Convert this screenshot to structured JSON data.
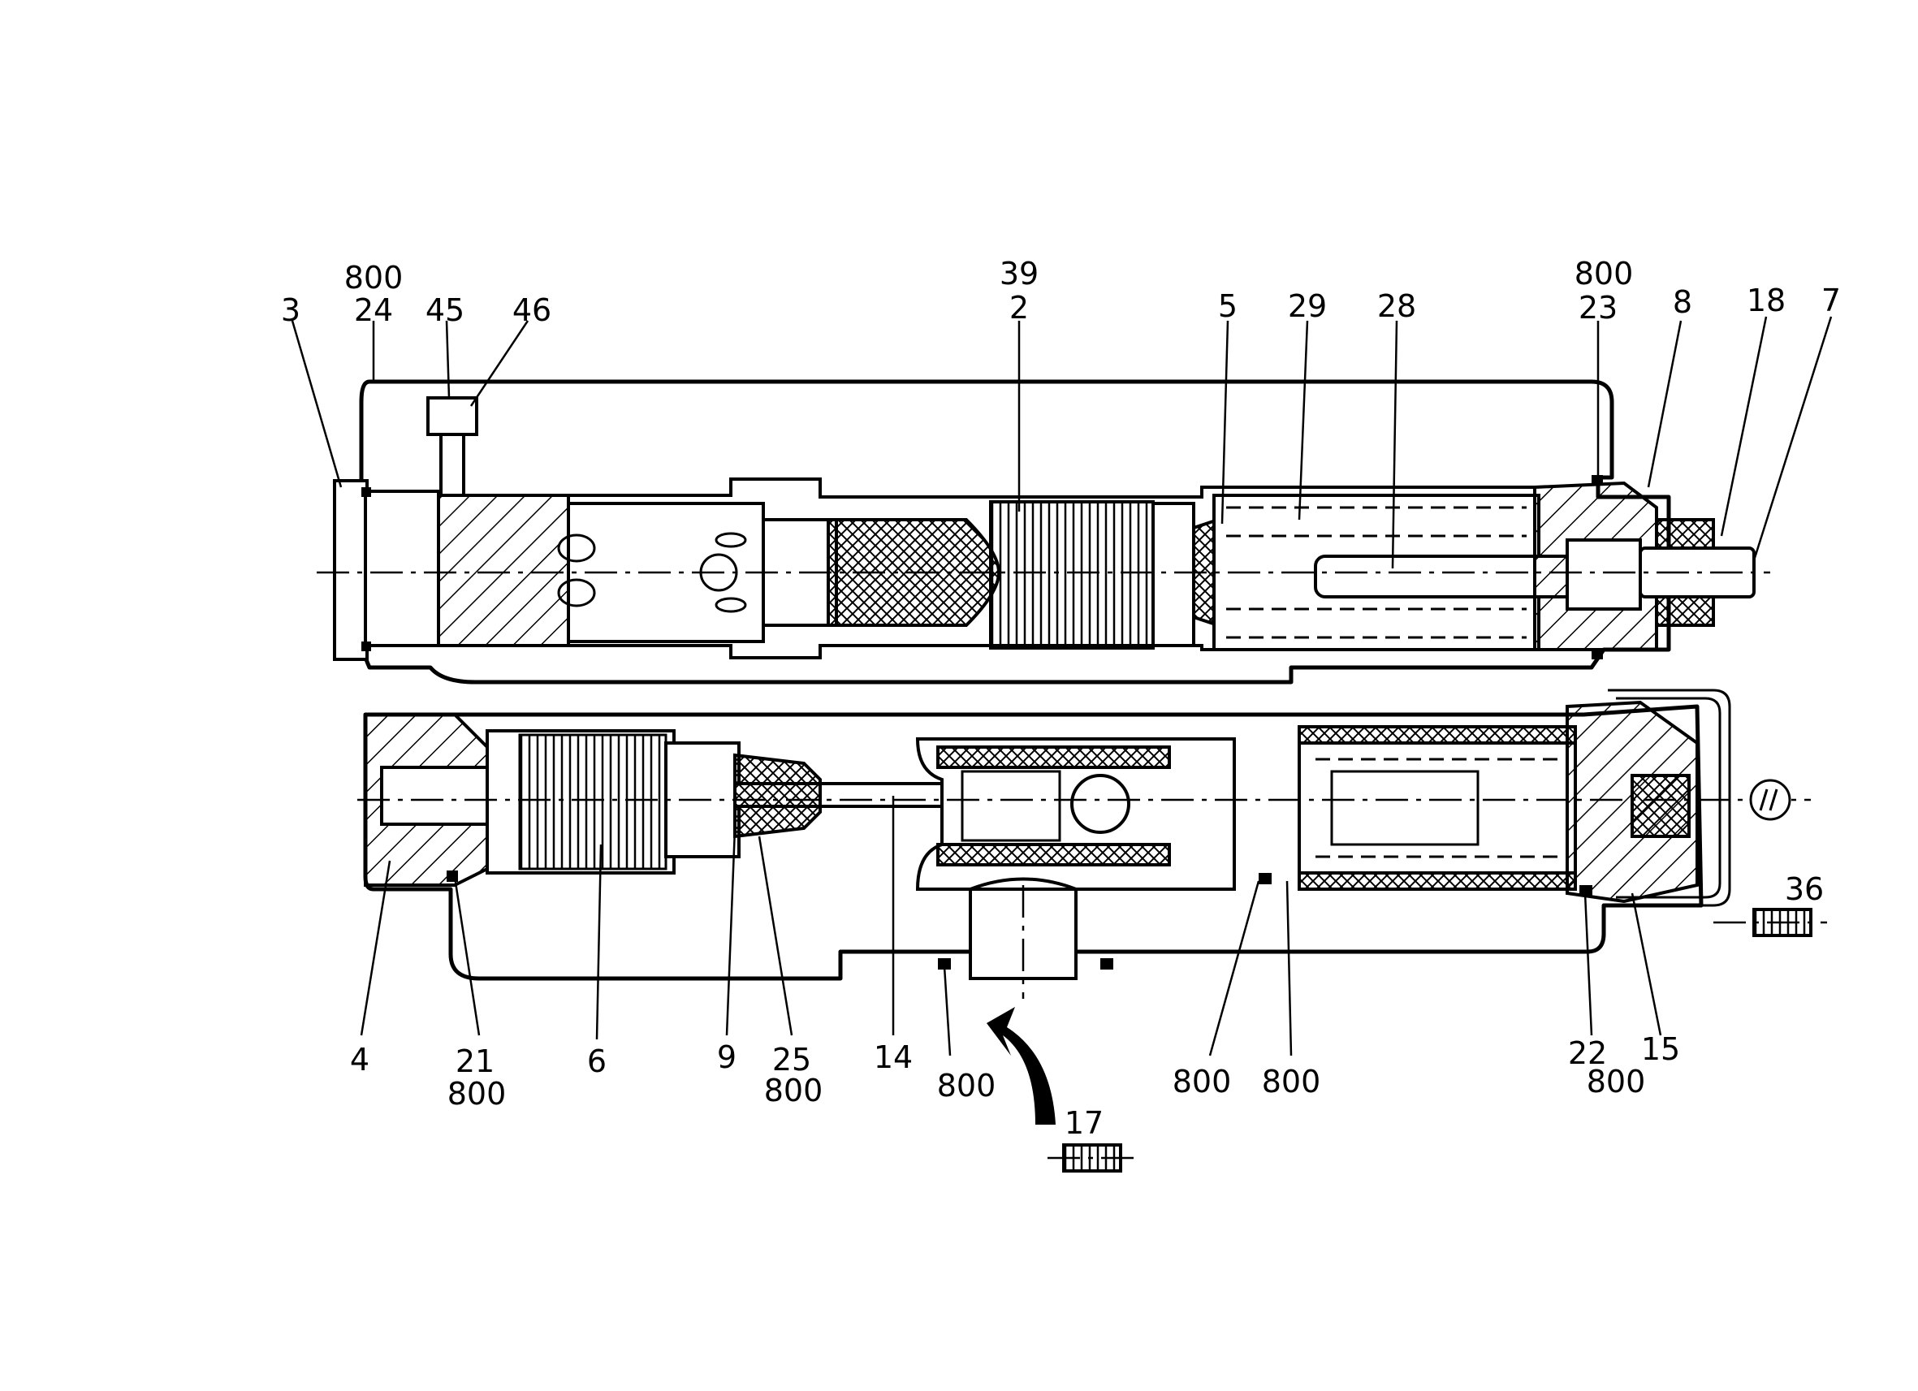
{
  "labels": {
    "l_800_a": "800",
    "l_3": "3",
    "l_24": "24",
    "l_45": "45",
    "l_46": "46",
    "l_39": "39",
    "l_2": "2",
    "l_5": "5",
    "l_29": "29",
    "l_28": "28",
    "l_800_b": "800",
    "l_23": "23",
    "l_8": "8",
    "l_18": "18",
    "l_7": "7",
    "l_36": "36",
    "l_4": "4",
    "l_21": "21",
    "l_800_c": "800",
    "l_6": "6",
    "l_9": "9",
    "l_25": "25",
    "l_800_d": "800",
    "l_14": "14",
    "l_800_e": "800",
    "l_17": "17",
    "l_800_f": "800",
    "l_800_g": "800",
    "l_22": "22",
    "l_800_h": "800",
    "l_15": "15"
  }
}
